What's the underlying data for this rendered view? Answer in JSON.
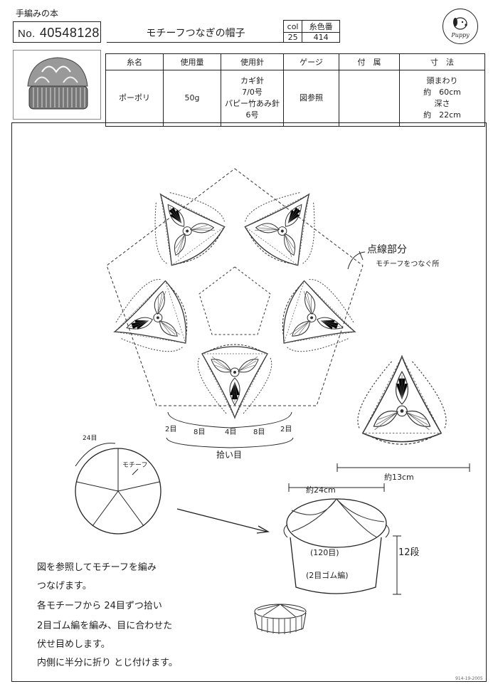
{
  "header": {
    "book_label": "手編みの本",
    "id_prefix": "No.",
    "id_number": "40548128",
    "title": "モチーフつなぎの帽子",
    "col_label": "col",
    "color_no_label": "糸色番",
    "col_value": "25",
    "color_no_value": "414",
    "logo_text": "Puppy"
  },
  "spec_table": {
    "headers": [
      "糸名",
      "使用量",
      "使用針",
      "ゲージ",
      "付　属",
      "寸　法"
    ],
    "yarn": "ポーポリ",
    "amount": "50g",
    "needles": [
      "カギ針",
      "7/0号",
      "パピー竹あみ針",
      "6号"
    ],
    "gauge": "図参照",
    "accessories": "",
    "size": [
      "頭まわり",
      "約　60cm",
      "深さ",
      "約　22cm"
    ]
  },
  "diagram": {
    "dotted_label": "点線部分",
    "dotted_sub": "モチーフをつなぐ所",
    "pickup_counts": [
      "2目",
      "8目",
      "4目",
      "8目",
      "2目"
    ],
    "pickup_label": "拾い目",
    "motif_width": "約13cm",
    "circle_top": "24目",
    "circle_motif": "モチーフ",
    "hat_width": "約24cm",
    "hat_stitches": "(120目)",
    "hat_rib": "(2目ゴム編)",
    "hat_rows": "12段",
    "hat_rows_prefix": "12",
    "hat_rows_suffix": "段"
  },
  "notes": [
    "図を参照してモチーフを編み",
    "つなげます。",
    "各モチーフから 24目ずつ拾い",
    "2目ゴム編を編み、目に合わせた",
    "伏せ目めします。",
    "内側に半分に折り とじ付けます。"
  ],
  "footer_code": "914-19-2005"
}
